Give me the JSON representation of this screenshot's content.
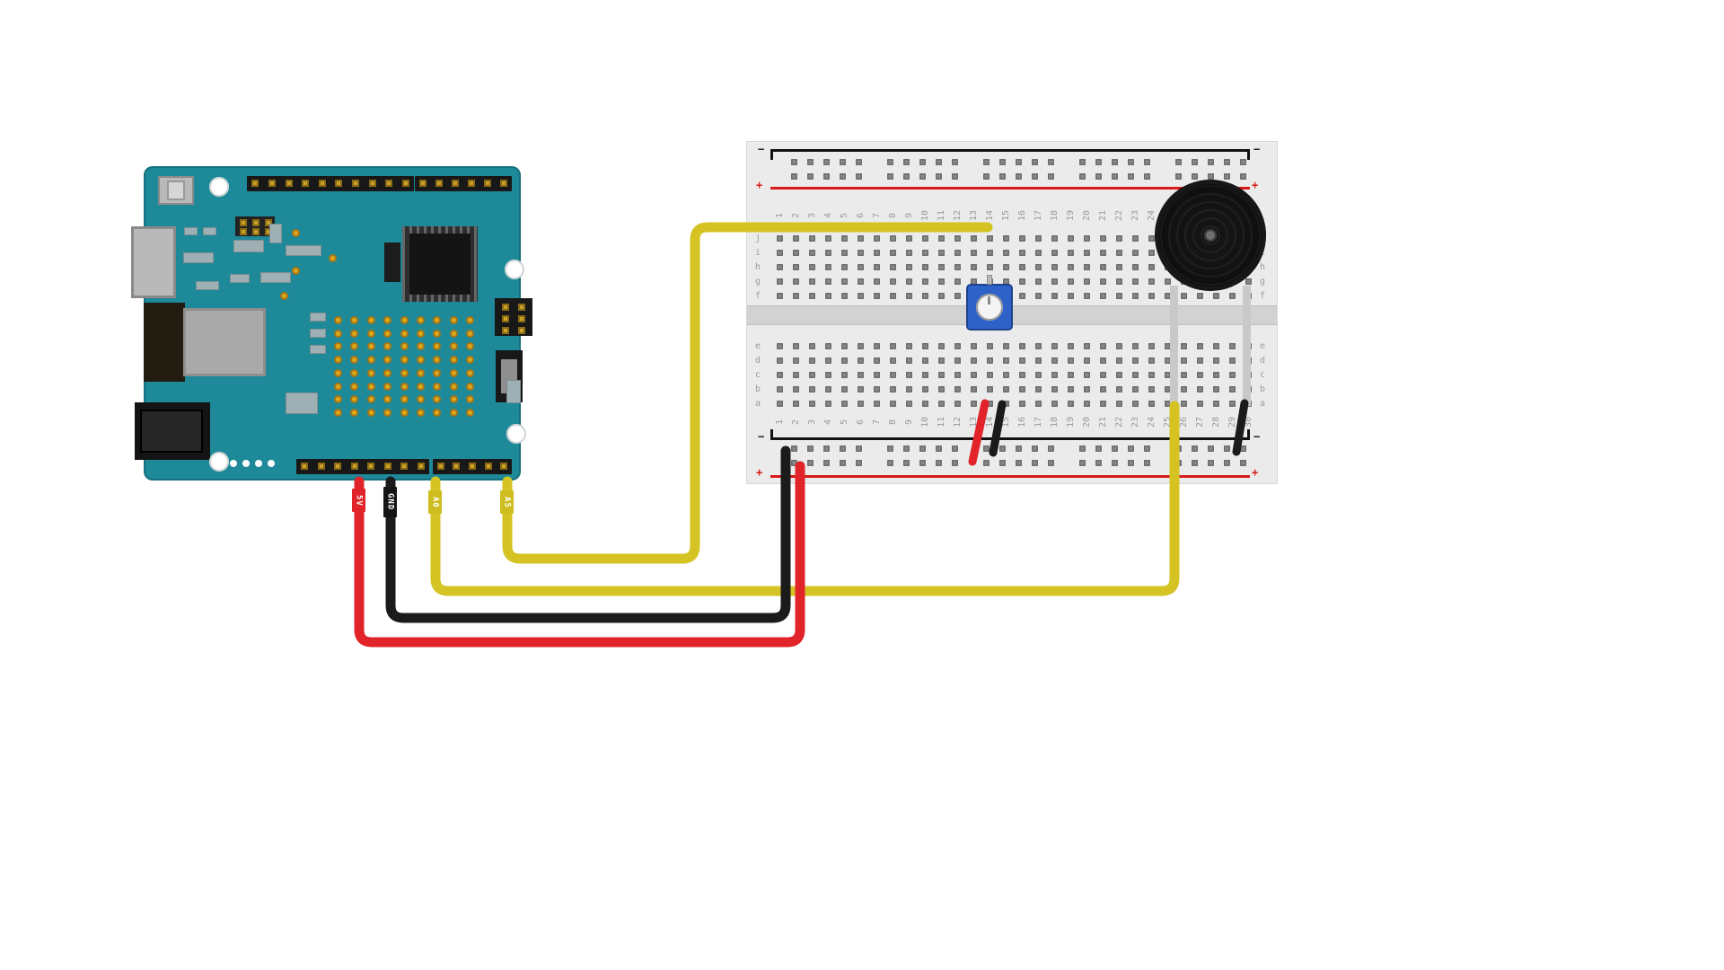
{
  "arduino": {
    "board_color": "#1d8999",
    "pin_labels": [
      {
        "text": "5V",
        "bg": "#e0242a",
        "fg": "#ffffff"
      },
      {
        "text": "GND",
        "bg": "#151515",
        "fg": "#ffffff"
      },
      {
        "text": "A0",
        "bg": "#cdbd1e",
        "fg": "#ffffff"
      },
      {
        "text": "A5",
        "bg": "#cdbd1e",
        "fg": "#ffffff"
      }
    ]
  },
  "breadboard": {
    "body_color": "#ebebeb",
    "hole_color": "#878787",
    "column_numbers": [
      "1",
      "2",
      "3",
      "4",
      "5",
      "6",
      "7",
      "8",
      "9",
      "10",
      "11",
      "12",
      "13",
      "14",
      "15",
      "16",
      "17",
      "18",
      "19",
      "20",
      "21",
      "22",
      "23",
      "24",
      "25",
      "26",
      "27",
      "28",
      "29",
      "30"
    ],
    "row_letters_top": [
      "j",
      "i",
      "h",
      "g",
      "f"
    ],
    "row_letters_bottom": [
      "e",
      "d",
      "c",
      "b",
      "a"
    ],
    "rail_plus": "+",
    "rail_minus": "−",
    "rail_plus_color": "#d81a1a",
    "rail_minus_color": "#111111",
    "rail_line_red": "#d81a1a",
    "rail_line_black": "#111111"
  },
  "components": {
    "potentiometer": {
      "body_color": "#2e62c9"
    },
    "buzzer": {
      "body_color": "#141414"
    }
  },
  "wires": [
    {
      "id": "a5-to-potentiometer",
      "color": "#d4c322"
    },
    {
      "id": "a0-to-buzzer",
      "color": "#d4c322"
    },
    {
      "id": "gnd-to-ground-rail",
      "color": "#1b1b1b"
    },
    {
      "id": "5v-to-power-rail",
      "color": "#e0242a"
    },
    {
      "id": "power-rail-to-pot",
      "color": "#e0242a"
    },
    {
      "id": "ground-rail-to-pot",
      "color": "#1b1b1b"
    },
    {
      "id": "ground-rail-to-buzzer",
      "color": "#1b1b1b"
    }
  ]
}
